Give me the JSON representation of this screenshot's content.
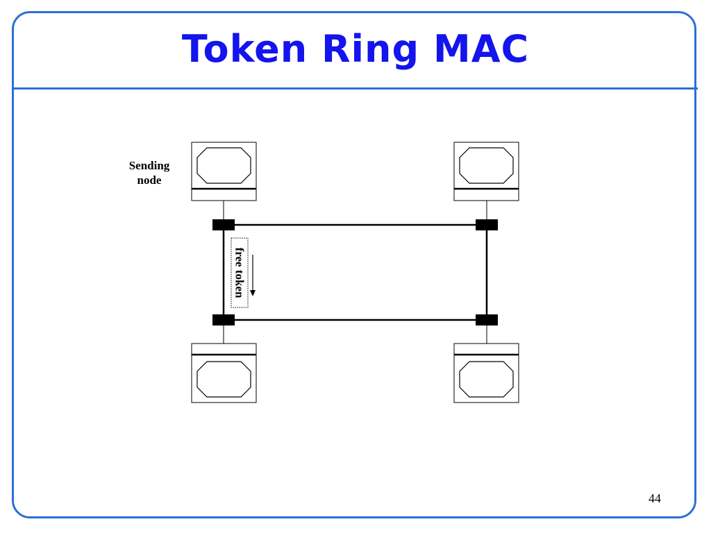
{
  "slide": {
    "title": "Token Ring MAC",
    "page_number": "44",
    "accent_color": "#2b6fd6",
    "title_color": "#1414ee"
  },
  "diagram": {
    "sending_node_label_line1": "Sending",
    "sending_node_label_line2": "node",
    "token_label": "free token",
    "nodes": [
      {
        "id": "top-left",
        "icon": "computer-icon",
        "role": "sending"
      },
      {
        "id": "top-right",
        "icon": "computer-icon"
      },
      {
        "id": "bottom-left",
        "icon": "computer-icon"
      },
      {
        "id": "bottom-right",
        "icon": "computer-icon"
      }
    ]
  }
}
